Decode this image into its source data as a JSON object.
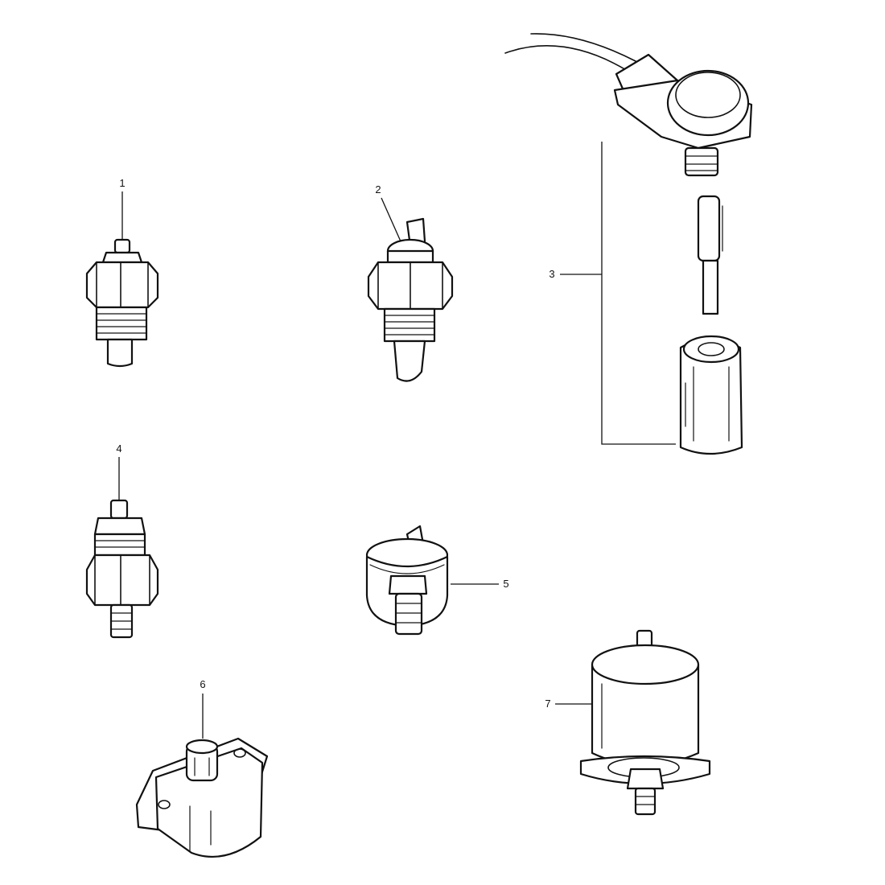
{
  "parts": [
    {
      "id": "part-1",
      "label": "1"
    },
    {
      "id": "part-2",
      "label": "2"
    },
    {
      "id": "part-3",
      "label": "3"
    },
    {
      "id": "part-4",
      "label": "4"
    },
    {
      "id": "part-5",
      "label": "5"
    },
    {
      "id": "part-6",
      "label": "6"
    },
    {
      "id": "part-7",
      "label": "7"
    }
  ]
}
